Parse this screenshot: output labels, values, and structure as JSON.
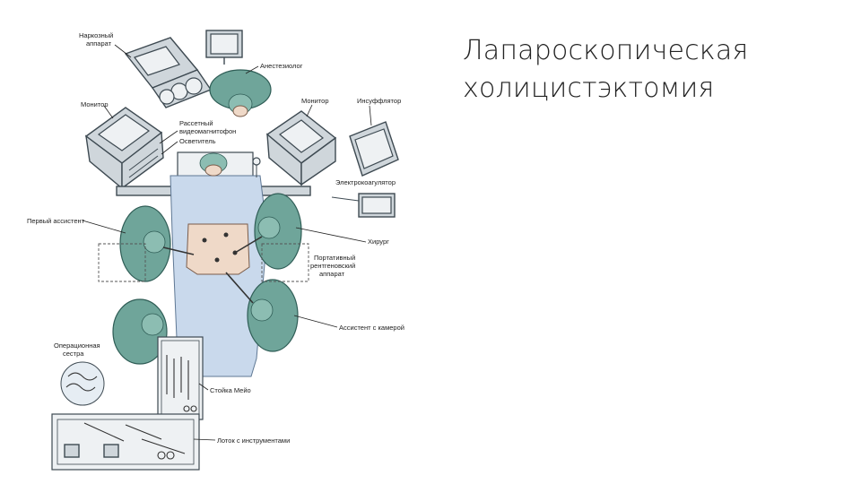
{
  "slide": {
    "title_line1": "Лапароскопическая",
    "title_line2": "холицистэктомия"
  },
  "diagram": {
    "labels": {
      "anesthesia_machine_1": "Наркозный",
      "anesthesia_machine_2": "аппарат",
      "anesthesiologist": "Анестезиолог",
      "monitor_left": "Монитор",
      "vcr_1": "Рассетный",
      "vcr_2": "видеомагнитофон",
      "illuminator": "Осветитель",
      "monitor_right": "Монитор",
      "insufflator": "Инсуффлятор",
      "electrocoagulator": "Электрокоагулятор",
      "first_assistant": "Первый ассистент",
      "surgeon": "Хирург",
      "xray_1": "Портативный",
      "xray_2": "рентгеновский",
      "xray_3": "аппарат",
      "camera_assistant": "Ассистент с камерой",
      "scrub_nurse_1": "Операционная",
      "scrub_nurse_2": "сестра",
      "mayo_stand": "Стойка Мейо",
      "instrument_tray": "Лоток с инструментами"
    }
  },
  "colors": {
    "gown": "#6fa59a",
    "sheet": "#c9d9ec",
    "equipment": "#cfd6db",
    "text": "#222222"
  }
}
